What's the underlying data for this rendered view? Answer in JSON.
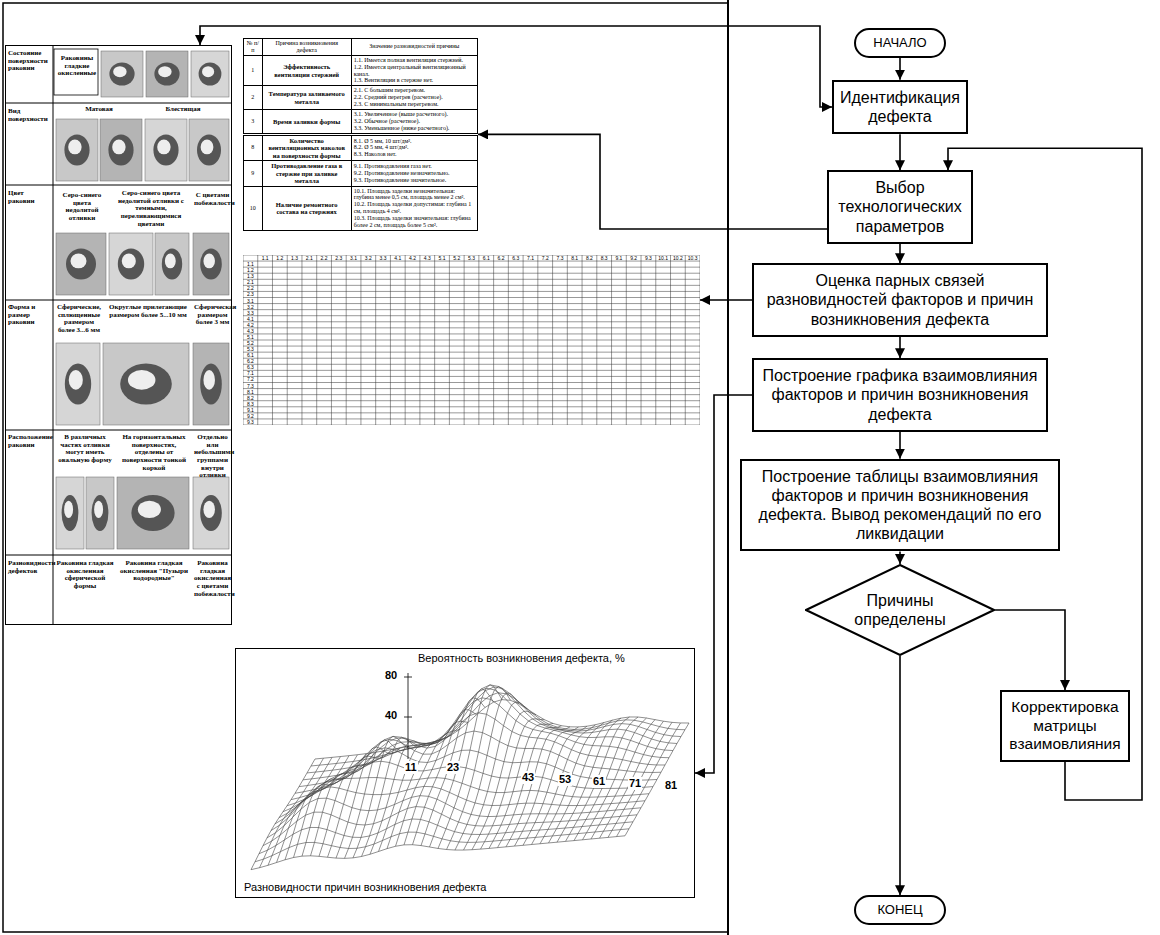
{
  "diagram": {
    "nodes": [
      {
        "text": [
          "НАЧАЛО"
        ]
      },
      {
        "text": [
          "Идентификация дефекта"
        ]
      },
      {
        "text": [
          "Выбор технологических параметров"
        ]
      },
      {
        "text": [
          "Оценка парных связей разновидностей факторов и причин возникновения дефекта"
        ]
      },
      {
        "text": [
          "Построение графика взаимовлияния факторов и причин возникновения дефекта"
        ]
      },
      {
        "text": [
          "Построение таблицы взаимовлияния факторов и причин возникновения дефекта. Вывод рекомендаций по его ликвидации"
        ]
      },
      {
        "text": [
          "Причины определены"
        ]
      },
      {
        "text": [
          "Корректировка матрицы взаимовлияния"
        ]
      },
      {
        "text": [
          "КОНЕЦ"
        ]
      },
      {
        "text": [
          "Состояние поверхности раковин",
          "Раковины гладкие окисленные",
          "Матовая",
          "Блестящая",
          "Вид поверхности",
          "Цвет раковин",
          "Серо-синего цвета недолитой отливки",
          "Серо-синего цвета недолитой отливки с темными, переливающимися цветами",
          "С цветами побежалости",
          "Форма и размер раковин",
          "Сферические, сплющенные размером более 3...6 мм",
          "Округлые прилегающие размером более 5...10 мм",
          "Сферическая размером более 3 мм",
          "Расположение раковин",
          "В различных частях отливки могут иметь овальную форму",
          "На горизонтальных поверхностях, отделены от поверхности тонкой коркой",
          "Отдельно или небольшими группами внутри отливки",
          "Разновидности дефектов",
          "Раковина гладкая окисленная сферической формы",
          "Раковина гладкая окисленная \"Пузыри водородные\"",
          "Раковина гладкая окисленная с цветами побежалости"
        ]
      },
      {
        "text": [
          "№ п/п",
          "Причина возникновения дефекта",
          "Значение разновидностей причины",
          "1",
          "Эффективность вентиляции стержней",
          "1.1. Имеется полная вентиляция стержней.",
          "1.2. Имеется центральный вентиляционный канал.",
          "1.3. Вентиляции в стержне нет.",
          "2",
          "Температура заливаемого металла",
          "2.1. С большим перегревом.",
          "2.2. Средний перегрев (расчетное).",
          "2.3. С минимальным перегревом.",
          "3",
          "Время заливки формы",
          "3.1. Увеличенное (выше расчетного).",
          "3.2. Обычное (расчетное).",
          "3.3. Уменьшенное (ниже расчетного).",
          "8",
          "Количество вентиляционных наколов на поверхности формы",
          "8.1. Ø 5 мм, 10 шт/дм².",
          "8.2. Ø 5 мм, 4 шт/дм².",
          "8.3. Наколов нет.",
          "9",
          "Противодавление газа в стержне при заливке металла",
          "9.1. Противодавления газа нет.",
          "9.2. Противодавление незначительно.",
          "9.3. Противодавление значительное.",
          "10",
          "Наличие ремонтного состава на стержнях",
          "10.1. Площадь заделки незначительная: глубина менее 0,5 см, площадь менее 2 см².",
          "10.2. Площадь заделки допустимая: глубина 1 см, площадь 4 см².",
          "10.3. Площадь заделки значительная: глубина более 2 см, площадь более 5 см²."
        ]
      },
      {
        "text": [
          "1.1",
          "1.2",
          "1.3",
          "2.1",
          "2.2",
          "2.3",
          "3.1",
          "3.2",
          "3.3",
          "4.1",
          "4.2",
          "4.3",
          "5.1",
          "5.2",
          "5.3",
          "6.1",
          "6.2",
          "6.3",
          "7.1",
          "7.2",
          "7.3",
          "8.1",
          "8.2",
          "8.3",
          "9.1",
          "9.2",
          "9.3",
          "10.1",
          "10.2",
          "10.3",
          "1.1",
          "1.2",
          "1.3",
          "2.1",
          "2.2",
          "2.3",
          "3.1",
          "3.2",
          "3.3",
          "4.1",
          "4.2",
          "4.3",
          "5.1",
          "5.2",
          "5.3",
          "6.1",
          "6.2",
          "6.3",
          "7.1",
          "7.2",
          "7.3",
          "8.1",
          "8.2",
          "8.3",
          "9.1",
          "9.2",
          "9.3"
        ]
      },
      {
        "text": [
          "Вероятность возникновения дефекта, %",
          "80",
          "40",
          "11",
          "23",
          "43",
          "53",
          "61",
          "71",
          "81",
          "Разновидности причин возникновения дефекта"
        ]
      }
    ],
    "edges": [
      {
        "from": 0,
        "to": 1,
        "arrow": "to"
      },
      {
        "from": 1,
        "to": 2,
        "arrow": "to"
      },
      {
        "from": 2,
        "to": 3,
        "arrow": "to"
      },
      {
        "from": 3,
        "to": 4,
        "arrow": "to"
      },
      {
        "from": 4,
        "to": 5,
        "arrow": "to"
      },
      {
        "from": 5,
        "to": 6,
        "arrow": "to"
      },
      {
        "from": 6,
        "to": 8,
        "arrow": "to"
      },
      {
        "from": 6,
        "to": 7,
        "arrow": "to"
      },
      {
        "from": 7,
        "to": 2,
        "arrow": "to"
      },
      {
        "from": 1,
        "to": 9,
        "arrow": "both"
      },
      {
        "from": 2,
        "to": 10,
        "arrow": "to"
      },
      {
        "from": 3,
        "to": 11,
        "arrow": "to"
      },
      {
        "from": 4,
        "to": 12,
        "arrow": "to"
      }
    ]
  }
}
